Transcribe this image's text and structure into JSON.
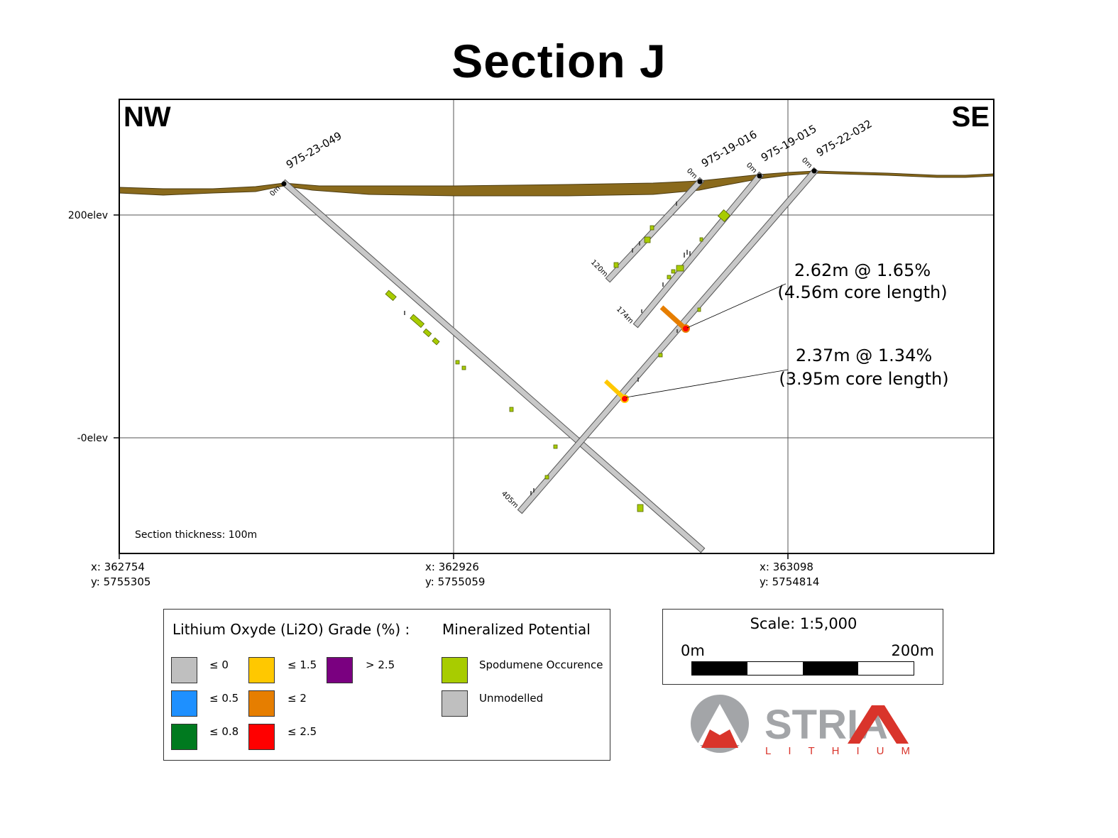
{
  "title": "Section J",
  "directions": {
    "left": "NW",
    "right": "SE"
  },
  "elevations": {
    "upper": "200elev",
    "lower": "-0elev"
  },
  "section_thickness": "Section thickness: 100m",
  "coordinates": [
    {
      "x": "x: 362754",
      "y": "y: 5755305"
    },
    {
      "x": "x: 362926",
      "y": "y: 5755059"
    },
    {
      "x": "x: 363098",
      "y": "y: 5754814"
    }
  ],
  "drillholes": [
    {
      "id": "975-23-049",
      "top": "0m",
      "bottom": ""
    },
    {
      "id": "975-19-016",
      "top": "0m",
      "bottom": "120m"
    },
    {
      "id": "975-19-015",
      "top": "0m",
      "bottom": "174m"
    },
    {
      "id": "975-22-032",
      "top": "0m",
      "bottom": "405m"
    }
  ],
  "intercepts": [
    {
      "line1": "2.62m @ 1.65%",
      "line2": "(4.56m core length)"
    },
    {
      "line1": "2.37m @ 1.34%",
      "line2": "(3.95m core length)"
    }
  ],
  "legend": {
    "grade_title": "Lithium Oxyde (Li2O) Grade (%) :",
    "potential_title": "Mineralized Potential",
    "grades": [
      {
        "label": "≤ 0",
        "color": "#bfbfbf"
      },
      {
        "label": "≤ 0.5",
        "color": "#1e90ff"
      },
      {
        "label": "≤ 0.8",
        "color": "#007a1f"
      },
      {
        "label": "≤ 1.5",
        "color": "#ffc800"
      },
      {
        "label": "≤ 2",
        "color": "#e67e00"
      },
      {
        "label": "≤ 2.5",
        "color": "#ff0000"
      },
      {
        "label": "> 2.5",
        "color": "#7a0080"
      }
    ],
    "potential": [
      {
        "label": "Spodumene Occurence",
        "color": "#a8cc00"
      },
      {
        "label": "Unmodelled",
        "color": "#bfbfbf"
      }
    ]
  },
  "scale": {
    "title": "Scale: 1:5,000",
    "left": "0m",
    "right": "200m"
  },
  "logo": {
    "name": "STRIA",
    "sub": "LITHIUM"
  },
  "colors": {
    "overburden": "#8a6a1c",
    "hole": "#c8c8c8",
    "spodumene": "#a8cc00",
    "logo_gray": "#a3a5a8",
    "logo_red": "#d9342b"
  }
}
